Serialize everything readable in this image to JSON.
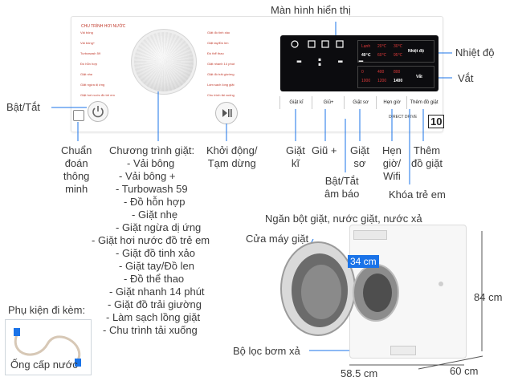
{
  "panel_labels": {
    "display": "Màn hình hiển thị",
    "temperature": "Nhiệt độ",
    "spin": "Vắt",
    "power": "Bật/Tắt",
    "diagnose": "Chuẩn\nđoán\nthông\nminh",
    "start_pause": "Khởi động/\nTạm dừng",
    "wash_btn": "Giặt\nkĩ",
    "rinse_btn": "Giũ +",
    "prewash_btn": "Giặt\nsơ",
    "sound": "Bật/Tắt\nâm báo",
    "timer_wifi": "Hẹn\ngiờ/\nWifi",
    "extra_rinse": "Thêm\nđồ giặt",
    "child_lock": "Khóa trẻ em"
  },
  "programs": {
    "heading": "Chương trình giặt:",
    "items": [
      "- Vải bông",
      "- Vải bông +",
      "- Turbowash 59",
      "- Đồ hỗn hợp",
      "- Giặt nhẹ",
      "- Giặt ngừa dị ứng",
      "- Giặt hơi nước đồ trẻ em",
      "- Giặt đồ tinh xảo",
      "- Giặt tay/Đồ len",
      "- Đồ thể thao",
      "- Giặt nhanh 14 phút",
      "- Giặt đồ trải giường",
      "- Làm sạch lồng giặt",
      "- Chu trình tải xuống"
    ]
  },
  "panel_print": {
    "header": "CHU TRÌNH HƠI NƯỚC",
    "left": [
      "Vải bông",
      "Vải bông+",
      "Turbowash 59",
      "Đồ hỗn hợp",
      "Giặt nhẹ",
      "Giặt ngừa dị ứng",
      "Giặt hơi nước đồ trẻ em"
    ],
    "right": [
      "Giặt đồ tinh xảo",
      "Giặt tay/Đồ len",
      "Đồ thể thao",
      "Giặt nhanh 14 phút",
      "Giặt đồ trải giường",
      "Làm sạch lồng giặt",
      "Chu trình tải xuống"
    ],
    "display_temp": [
      "Lạnh",
      "20℃",
      "30℃",
      "40℃",
      "60℃",
      "95℃"
    ],
    "display_spin": [
      "0",
      "400",
      "800",
      "1000",
      "1200",
      "1400"
    ],
    "digits": "- : - -",
    "buttons": [
      "Giặt kĩ",
      "Giũ+",
      "Giặt sơ",
      "Hẹn giờ",
      "Thêm đồ giặt"
    ],
    "brand_badge": "DIRECT DRIVE",
    "warranty": "10"
  },
  "washer_labels": {
    "detergent": "Ngăn bột giặt, nước giặt, nước xả",
    "door": "Cửa máy giặt",
    "filter": "Bộ lọc bơm xả",
    "depth_door": "34 cm",
    "height": "84 cm",
    "width": "58.5 cm",
    "depth": "60 cm"
  },
  "accessory": {
    "heading": "Phụ kiện đi kèm:",
    "item": "Ống cấp nước"
  },
  "colors": {
    "accent": "#1a73e8",
    "display_red": "#e13a3a",
    "panel_text": "#c0392b"
  }
}
